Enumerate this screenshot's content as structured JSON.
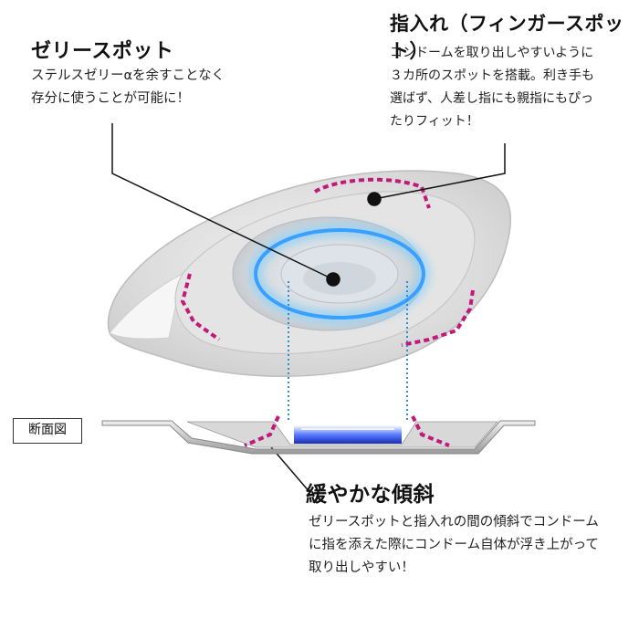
{
  "jelly_spot": {
    "title": "ゼリースポット",
    "desc_lines": [
      "ステルスゼリーαを余すことなく",
      "存分に使うことが可能に！"
    ]
  },
  "finger_spot": {
    "title": "指入れ（フィンガースポット）",
    "desc_lines": [
      "コンドームを取り出しやすいように",
      "３カ所のスポットを搭載。利き手も",
      "選ばず、人差し指にも親指にもぴっ",
      "たりフィット！"
    ]
  },
  "cross_section": {
    "label": "断面図"
  },
  "gentle_slope": {
    "title": "緩やかな傾斜",
    "desc_lines": [
      "ゼリースポットと指入れの間の傾斜でコンドーム",
      "に指を添えた際にコンドーム自体が浮き上がって",
      "取り出しやすい！"
    ]
  },
  "colors": {
    "marker_dashes": "#c0197a",
    "guide_dots": "#2a8fd0",
    "glow": "#3aa0ff"
  }
}
